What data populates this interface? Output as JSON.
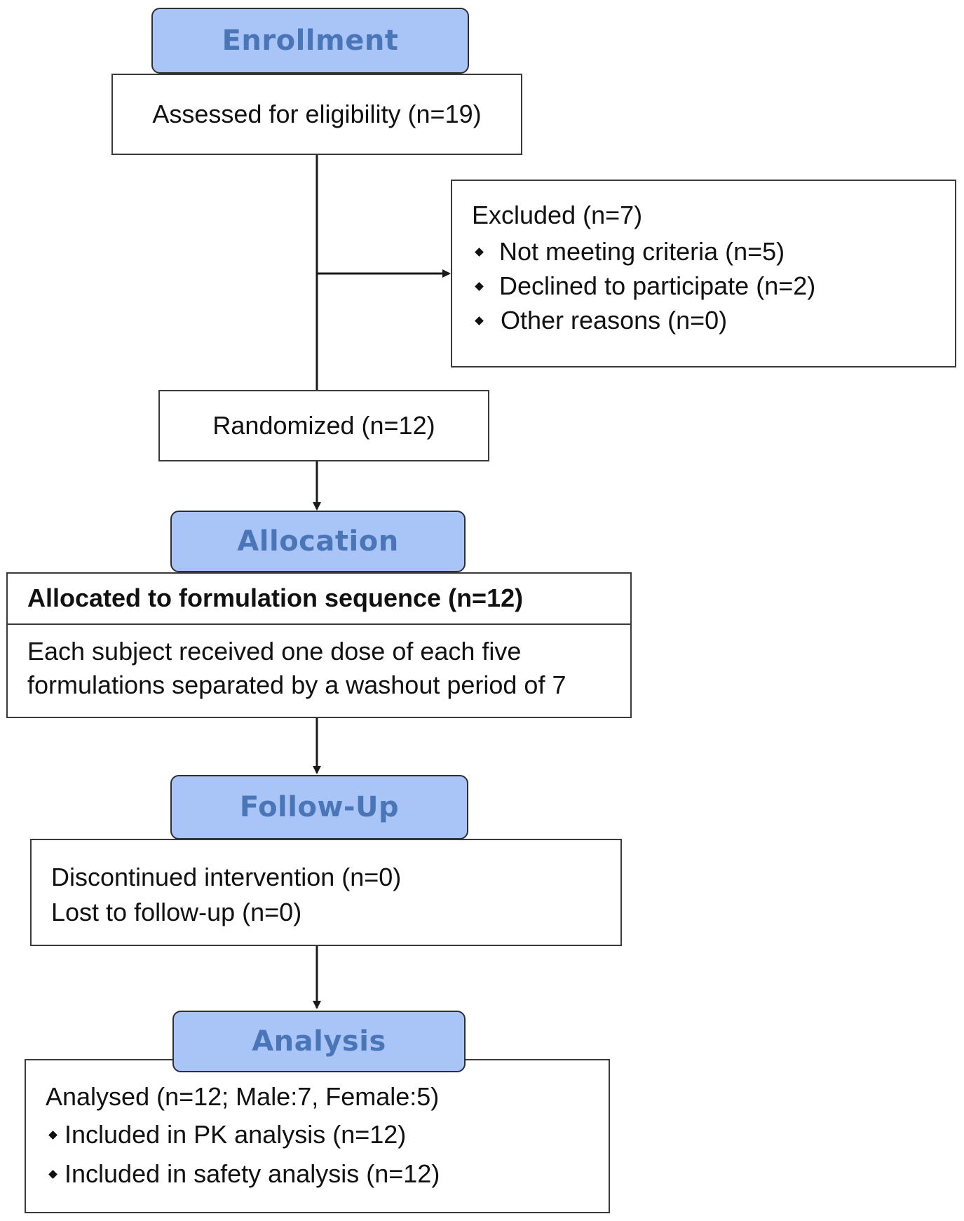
{
  "colors": {
    "stage_fill": "#a9c4f7",
    "stage_text": "#4a76b8",
    "line": "#1a1a1a",
    "box_border": "#3a3a3a"
  },
  "stages": {
    "enrollment": "Enrollment",
    "allocation": "Allocation",
    "follow_up": "Follow-Up",
    "analysis": "Analysis"
  },
  "enrollment": {
    "assessed": "Assessed for eligibility (n=19)",
    "excluded": {
      "title": "Excluded (n=7)",
      "items": [
        "Not meeting criteria (n=5)",
        "Declined to participate (n=2)",
        "Other reasons (n=0)"
      ]
    },
    "randomized": "Randomized (n=12)"
  },
  "allocation": {
    "header": "Allocated to formulation sequence (n=12)",
    "body_lines": [
      "Each subject received one dose of each five",
      "formulations separated by a washout period of 7"
    ]
  },
  "follow_up": {
    "lines": [
      "Discontinued intervention (n=0)",
      "Lost to follow-up (n=0)"
    ]
  },
  "analysis": {
    "title": "Analysed (n=12; Male:7, Female:5)",
    "items": [
      "Included in PK analysis (n=12)",
      "Included in safety analysis (n=12)"
    ]
  }
}
